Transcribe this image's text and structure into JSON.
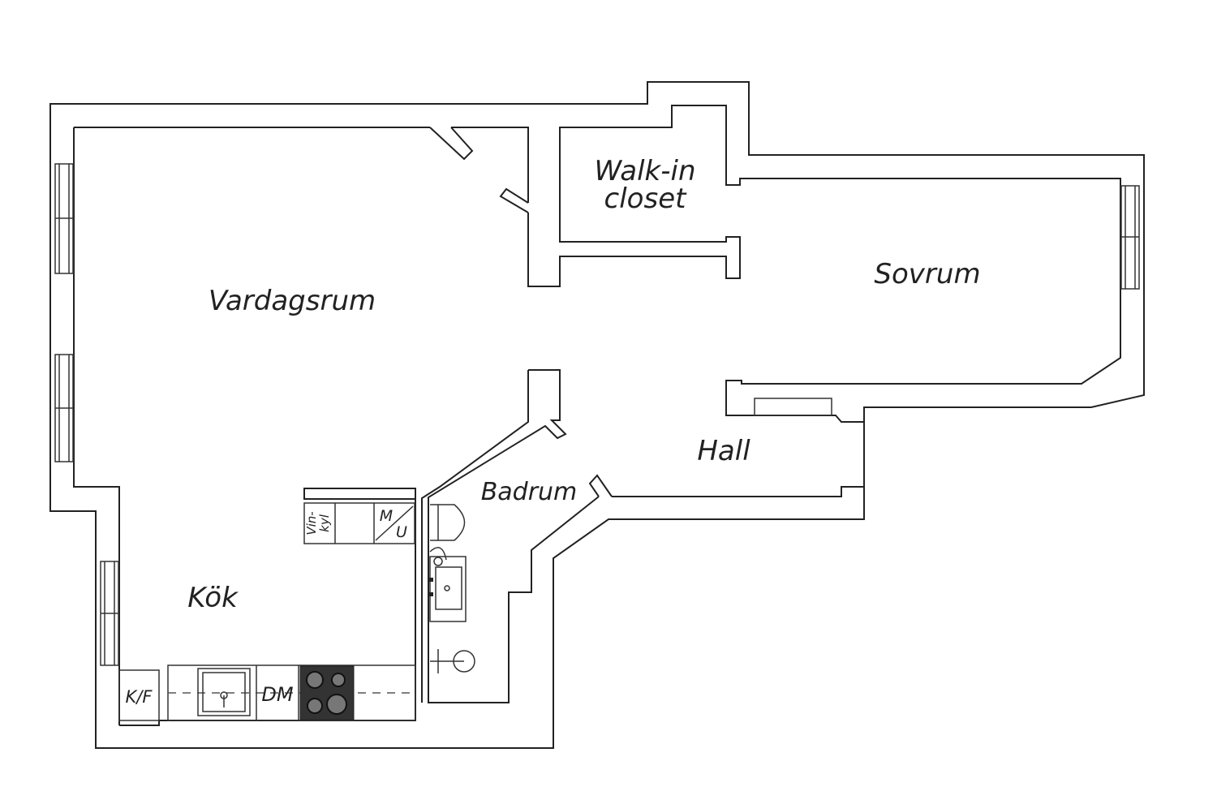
{
  "rooms": {
    "vardagsrum": "Vardagsrum",
    "walkin_line1": "Walk-in",
    "walkin_line2": "closet",
    "sovrum": "Sovrum",
    "hall": "Hall",
    "badrum": "Badrum",
    "kok": "Kök"
  },
  "fixtures": {
    "kf": "K/F",
    "dm": "DM",
    "mu_m": "M",
    "mu_u": "U",
    "vinkyl_1": "Vin-",
    "vinkyl_2": "kyl"
  },
  "colors": {
    "wall": "#222222",
    "stove": "#333333",
    "burner": "#777777"
  }
}
